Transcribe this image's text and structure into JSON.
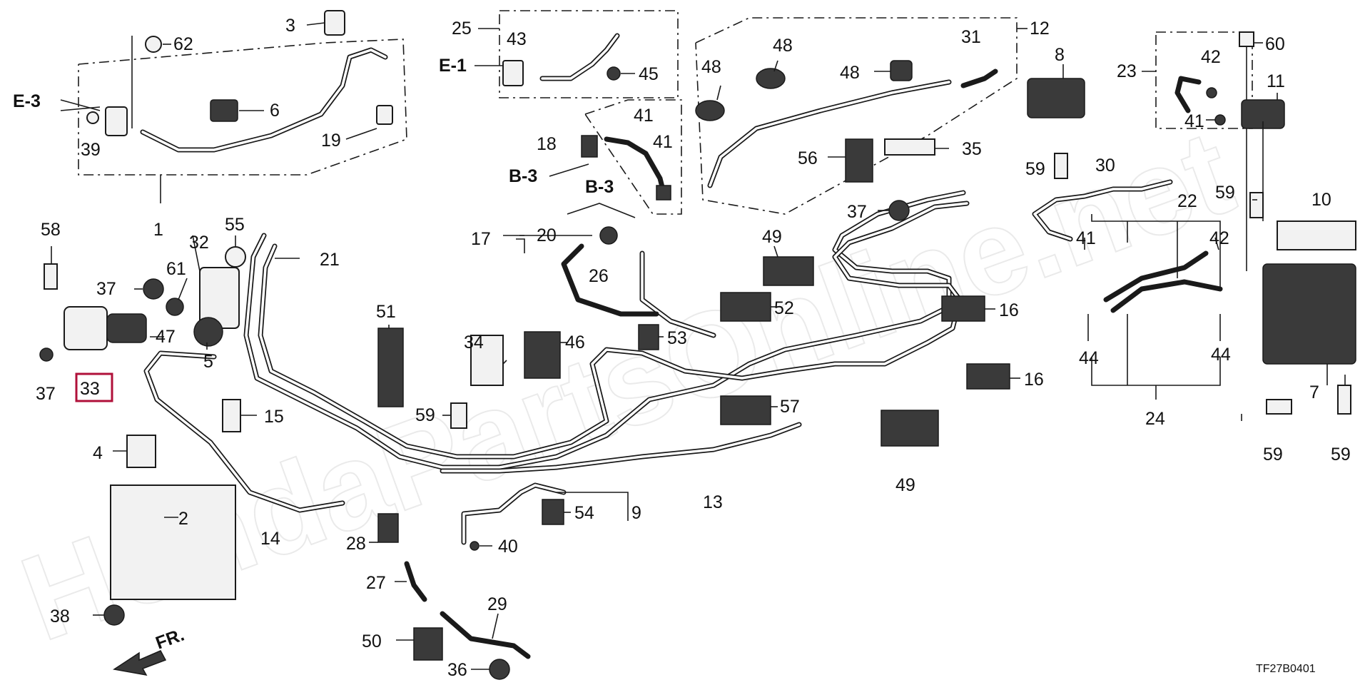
{
  "watermark": "HondaPartsOnline.net",
  "diagram_code": "TF27B0401",
  "direction_label": "FR.",
  "highlighted_part": "33",
  "refs": [
    "E-3",
    "E-1",
    "B-3",
    "B-3"
  ],
  "callouts": [
    "3",
    "62",
    "25",
    "43",
    "45",
    "12",
    "31",
    "48",
    "48",
    "48",
    "8",
    "60",
    "23",
    "42",
    "11",
    "41",
    "6",
    "39",
    "19",
    "1",
    "18",
    "41",
    "41",
    "56",
    "35",
    "30",
    "59",
    "22",
    "59",
    "10",
    "37",
    "17",
    "20",
    "58",
    "55",
    "32",
    "61",
    "21",
    "37",
    "47",
    "5",
    "51",
    "49",
    "26",
    "52",
    "16",
    "42",
    "41",
    "33",
    "37",
    "34",
    "46",
    "53",
    "16",
    "44",
    "44",
    "24",
    "7",
    "59",
    "15",
    "57",
    "4",
    "2",
    "14",
    "13",
    "9",
    "54",
    "40",
    "28",
    "27",
    "29",
    "38",
    "50",
    "36",
    "49",
    "59",
    "59"
  ]
}
